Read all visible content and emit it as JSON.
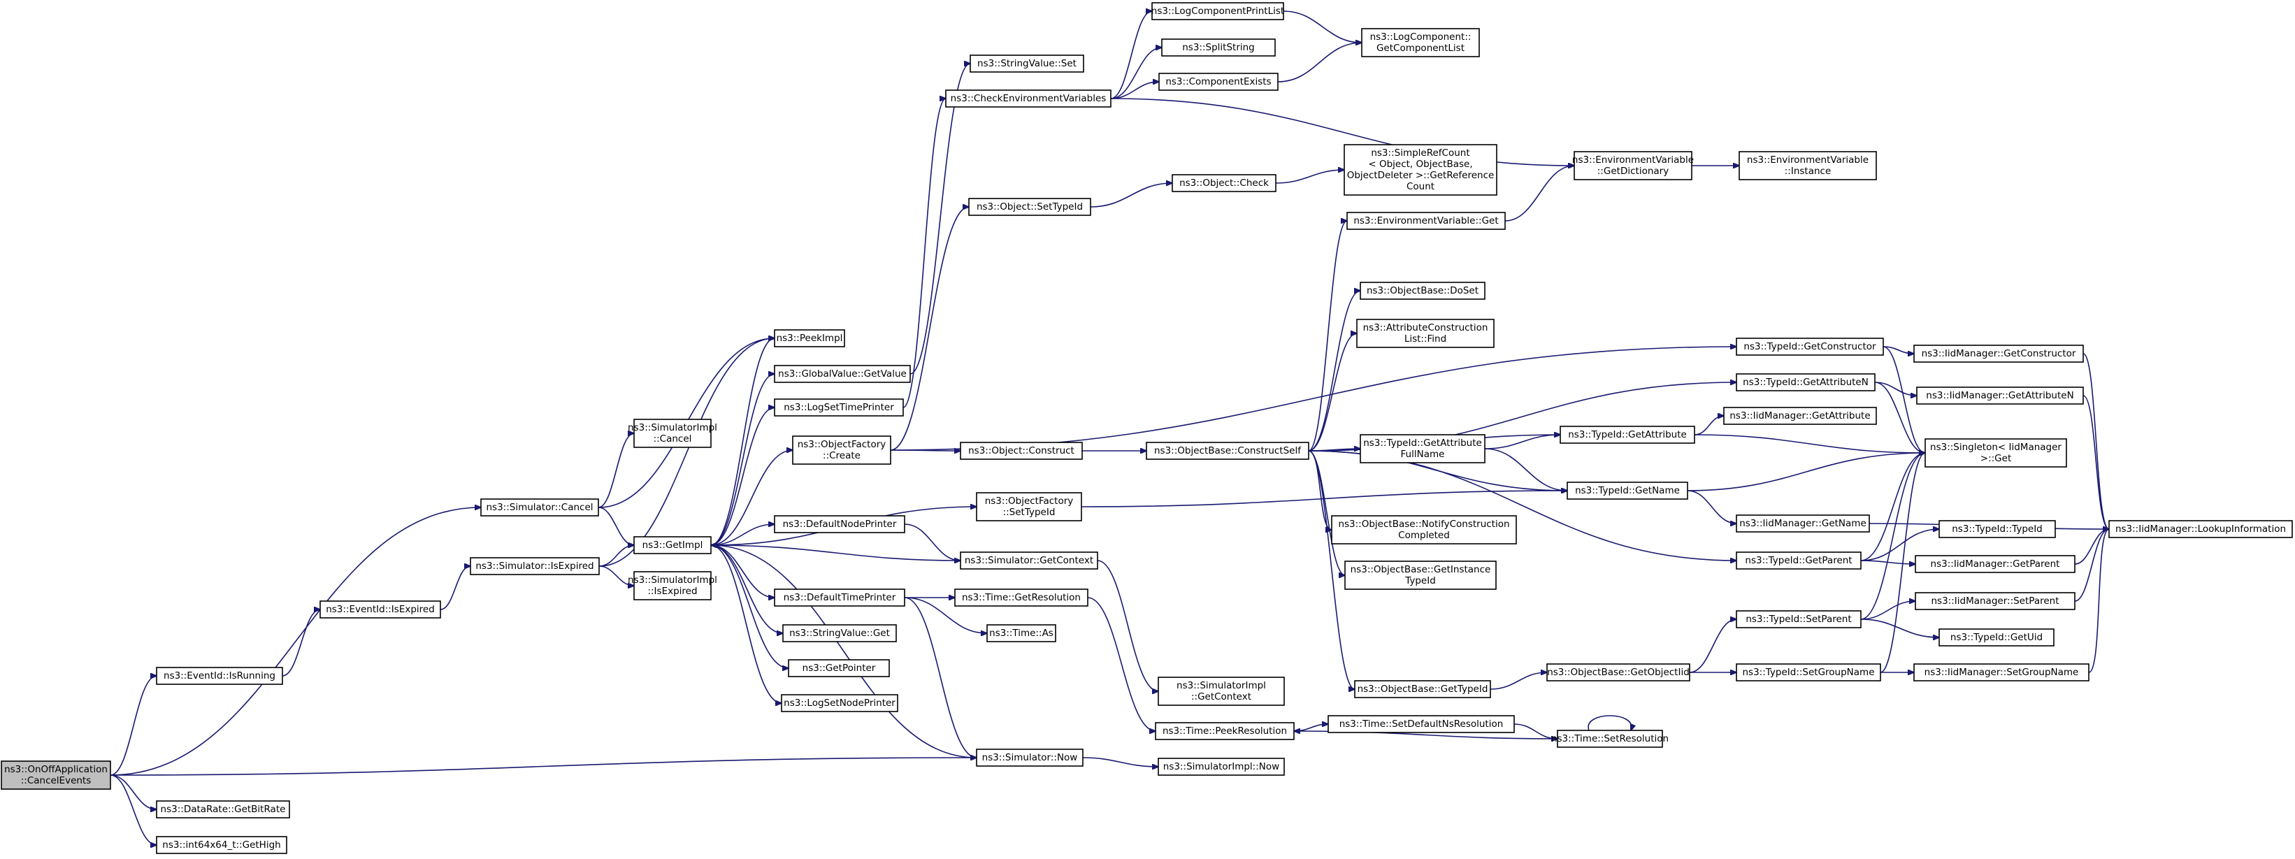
{
  "nodes": [
    {
      "id": "n0",
      "lines": [
        "ns3::OnOffApplication",
        "::CancelEvents"
      ],
      "root": true
    },
    {
      "id": "n1",
      "lines": [
        "ns3::Simulator::Cancel"
      ]
    },
    {
      "id": "n2",
      "lines": [
        "ns3::EventId::IsRunning"
      ]
    },
    {
      "id": "n3",
      "lines": [
        "ns3::DataRate::GetBitRate"
      ]
    },
    {
      "id": "n4",
      "lines": [
        "ns3::int64x64_t::GetHigh"
      ]
    },
    {
      "id": "n5",
      "lines": [
        "ns3::Simulator::Now"
      ]
    },
    {
      "id": "n6",
      "lines": [
        "ns3::SimulatorImpl",
        "::Cancel"
      ]
    },
    {
      "id": "n7",
      "lines": [
        "ns3::GetImpl"
      ]
    },
    {
      "id": "n8",
      "lines": [
        "ns3::PeekImpl"
      ]
    },
    {
      "id": "n9",
      "lines": [
        "ns3::EventId::IsExpired"
      ]
    },
    {
      "id": "n10",
      "lines": [
        "ns3::Simulator::IsExpired"
      ]
    },
    {
      "id": "n11",
      "lines": [
        "ns3::SimulatorImpl",
        "::IsExpired"
      ]
    },
    {
      "id": "n12",
      "lines": [
        "ns3::SimulatorImpl::Now"
      ]
    },
    {
      "id": "n13",
      "lines": [
        "ns3::GlobalValue::GetValue"
      ]
    },
    {
      "id": "n14",
      "lines": [
        "ns3::LogSetTimePrinter"
      ]
    },
    {
      "id": "n15",
      "lines": [
        "ns3::ObjectFactory",
        "::Create"
      ]
    },
    {
      "id": "n16",
      "lines": [
        "ns3::ObjectFactory",
        "::SetTypeId"
      ]
    },
    {
      "id": "n17",
      "lines": [
        "ns3::DefaultNodePrinter"
      ]
    },
    {
      "id": "n18",
      "lines": [
        "ns3::Simulator::GetContext"
      ]
    },
    {
      "id": "n19",
      "lines": [
        "ns3::DefaultTimePrinter"
      ]
    },
    {
      "id": "n20",
      "lines": [
        "ns3::StringValue::Get"
      ]
    },
    {
      "id": "n21",
      "lines": [
        "ns3::GetPointer"
      ]
    },
    {
      "id": "n22",
      "lines": [
        "ns3::LogSetNodePrinter"
      ]
    },
    {
      "id": "n23",
      "lines": [
        "ns3::StringValue::Set"
      ]
    },
    {
      "id": "n24",
      "lines": [
        "ns3::CheckEnvironmentVariables"
      ]
    },
    {
      "id": "n25",
      "lines": [
        "ns3::Object::SetTypeId"
      ]
    },
    {
      "id": "n26",
      "lines": [
        "ns3::Object::Construct"
      ]
    },
    {
      "id": "n27",
      "lines": [
        "ns3::Time::GetResolution"
      ]
    },
    {
      "id": "n28",
      "lines": [
        "ns3::Time::As"
      ]
    },
    {
      "id": "n29",
      "lines": [
        "ns3::SimulatorImpl",
        "::GetContext"
      ]
    },
    {
      "id": "n30",
      "lines": [
        "ns3::Time::PeekResolution"
      ]
    },
    {
      "id": "n31",
      "lines": [
        "ns3::LogComponentPrintList"
      ]
    },
    {
      "id": "n32",
      "lines": [
        "ns3::SplitString"
      ]
    },
    {
      "id": "n33",
      "lines": [
        "ns3::ComponentExists"
      ]
    },
    {
      "id": "n34",
      "lines": [
        "ns3::Object::Check"
      ]
    },
    {
      "id": "n35",
      "lines": [
        "ns3::ObjectBase::ConstructSelf"
      ]
    },
    {
      "id": "n36",
      "lines": [
        "ns3::Time::SetDefaultNsResolution"
      ]
    },
    {
      "id": "n37",
      "lines": [
        "ns3::Time::SetResolution"
      ]
    },
    {
      "id": "n38",
      "lines": [
        "ns3::LogComponent::",
        "GetComponentList"
      ]
    },
    {
      "id": "n39",
      "lines": [
        "ns3::SimpleRefCount",
        "< Object, ObjectBase,",
        "ObjectDeleter >::GetReference",
        "Count"
      ]
    },
    {
      "id": "n40",
      "lines": [
        "ns3::EnvironmentVariable::Get"
      ]
    },
    {
      "id": "n41",
      "lines": [
        "ns3::ObjectBase::DoSet"
      ]
    },
    {
      "id": "n42",
      "lines": [
        "ns3::AttributeConstruction",
        "List::Find"
      ]
    },
    {
      "id": "n43",
      "lines": [
        "ns3::TypeId::GetAttribute",
        "FullName"
      ]
    },
    {
      "id": "n44",
      "lines": [
        "ns3::ObjectBase::NotifyConstruction",
        "Completed"
      ]
    },
    {
      "id": "n45",
      "lines": [
        "ns3::ObjectBase::GetInstance",
        "TypeId"
      ]
    },
    {
      "id": "n46",
      "lines": [
        "ns3::ObjectBase::GetTypeId"
      ]
    },
    {
      "id": "n47",
      "lines": [
        "ns3::ObjectBase::GetObjectIid"
      ]
    },
    {
      "id": "n48",
      "lines": [
        "ns3::EnvironmentVariable",
        "::GetDictionary"
      ]
    },
    {
      "id": "n49",
      "lines": [
        "ns3::TypeId::GetConstructor"
      ]
    },
    {
      "id": "n50",
      "lines": [
        "ns3::TypeId::GetAttributeN"
      ]
    },
    {
      "id": "n51",
      "lines": [
        "ns3::TypeId::GetAttribute"
      ]
    },
    {
      "id": "n52",
      "lines": [
        "ns3::TypeId::GetName"
      ]
    },
    {
      "id": "n53",
      "lines": [
        "ns3::TypeId::GetParent"
      ]
    },
    {
      "id": "n54",
      "lines": [
        "ns3::TypeId::SetParent"
      ]
    },
    {
      "id": "n55",
      "lines": [
        "ns3::TypeId::SetGroupName"
      ]
    },
    {
      "id": "n56",
      "lines": [
        "ns3::EnvironmentVariable",
        "::Instance"
      ]
    },
    {
      "id": "n57",
      "lines": [
        "ns3::IidManager::GetConstructor"
      ]
    },
    {
      "id": "n58",
      "lines": [
        "ns3::IidManager::GetAttributeN"
      ]
    },
    {
      "id": "n59",
      "lines": [
        "ns3::IidManager::GetAttribute"
      ]
    },
    {
      "id": "n60",
      "lines": [
        "ns3::Singleton< IidManager",
        ">::Get"
      ]
    },
    {
      "id": "n61",
      "lines": [
        "ns3::IidManager::GetName"
      ]
    },
    {
      "id": "n62",
      "lines": [
        "ns3::TypeId::TypeId"
      ]
    },
    {
      "id": "n63",
      "lines": [
        "ns3::IidManager::GetParent"
      ]
    },
    {
      "id": "n64",
      "lines": [
        "ns3::IidManager::SetParent"
      ]
    },
    {
      "id": "n65",
      "lines": [
        "ns3::TypeId::GetUid"
      ]
    },
    {
      "id": "n66",
      "lines": [
        "ns3::IidManager::SetGroupName"
      ]
    },
    {
      "id": "n67",
      "lines": [
        "ns3::IidManager::LookupInformation"
      ]
    }
  ],
  "edges": [
    [
      "n0",
      "n1"
    ],
    [
      "n0",
      "n2"
    ],
    [
      "n0",
      "n3"
    ],
    [
      "n0",
      "n4"
    ],
    [
      "n0",
      "n5"
    ],
    [
      "n1",
      "n6"
    ],
    [
      "n1",
      "n7"
    ],
    [
      "n1",
      "n8"
    ],
    [
      "n2",
      "n9"
    ],
    [
      "n9",
      "n10"
    ],
    [
      "n10",
      "n7"
    ],
    [
      "n10",
      "n11"
    ],
    [
      "n10",
      "n8"
    ],
    [
      "n5",
      "n7"
    ],
    [
      "n5",
      "n12"
    ],
    [
      "n7",
      "n13"
    ],
    [
      "n7",
      "n14"
    ],
    [
      "n7",
      "n15"
    ],
    [
      "n7",
      "n16"
    ],
    [
      "n7",
      "n17"
    ],
    [
      "n7",
      "n19"
    ],
    [
      "n7",
      "n20"
    ],
    [
      "n7",
      "n21"
    ],
    [
      "n7",
      "n22"
    ],
    [
      "n7",
      "n8"
    ],
    [
      "n13",
      "n23"
    ],
    [
      "n14",
      "n24"
    ],
    [
      "n15",
      "n25"
    ],
    [
      "n15",
      "n26"
    ],
    [
      "n15",
      "n49"
    ],
    [
      "n16",
      "n52"
    ],
    [
      "n17",
      "n18"
    ],
    [
      "n18",
      "n7"
    ],
    [
      "n18",
      "n29"
    ],
    [
      "n19",
      "n27"
    ],
    [
      "n19",
      "n28"
    ],
    [
      "n19",
      "n5"
    ],
    [
      "n24",
      "n31"
    ],
    [
      "n24",
      "n32"
    ],
    [
      "n24",
      "n33"
    ],
    [
      "n24",
      "n48"
    ],
    [
      "n31",
      "n38"
    ],
    [
      "n33",
      "n38"
    ],
    [
      "n25",
      "n34"
    ],
    [
      "n34",
      "n39"
    ],
    [
      "n26",
      "n35"
    ],
    [
      "n27",
      "n30"
    ],
    [
      "n30",
      "n36"
    ],
    [
      "n36",
      "n37"
    ],
    [
      "n37",
      "n30"
    ],
    [
      "n37",
      "n37"
    ],
    [
      "n35",
      "n40"
    ],
    [
      "n35",
      "n41"
    ],
    [
      "n35",
      "n42"
    ],
    [
      "n35",
      "n43"
    ],
    [
      "n35",
      "n44"
    ],
    [
      "n35",
      "n45"
    ],
    [
      "n35",
      "n46"
    ],
    [
      "n35",
      "n50"
    ],
    [
      "n35",
      "n51"
    ],
    [
      "n35",
      "n52"
    ],
    [
      "n35",
      "n53"
    ],
    [
      "n40",
      "n48"
    ],
    [
      "n48",
      "n56"
    ],
    [
      "n43",
      "n51"
    ],
    [
      "n43",
      "n52"
    ],
    [
      "n46",
      "n47"
    ],
    [
      "n47",
      "n54"
    ],
    [
      "n47",
      "n55"
    ],
    [
      "n49",
      "n57"
    ],
    [
      "n49",
      "n60"
    ],
    [
      "n57",
      "n67"
    ],
    [
      "n50",
      "n58"
    ],
    [
      "n50",
      "n60"
    ],
    [
      "n58",
      "n67"
    ],
    [
      "n51",
      "n59"
    ],
    [
      "n51",
      "n60"
    ],
    [
      "n52",
      "n61"
    ],
    [
      "n52",
      "n60"
    ],
    [
      "n61",
      "n67"
    ],
    [
      "n53",
      "n62"
    ],
    [
      "n53",
      "n63"
    ],
    [
      "n53",
      "n60"
    ],
    [
      "n63",
      "n67"
    ],
    [
      "n54",
      "n64"
    ],
    [
      "n54",
      "n65"
    ],
    [
      "n54",
      "n60"
    ],
    [
      "n64",
      "n67"
    ],
    [
      "n55",
      "n66"
    ],
    [
      "n55",
      "n60"
    ],
    [
      "n66",
      "n67"
    ]
  ]
}
